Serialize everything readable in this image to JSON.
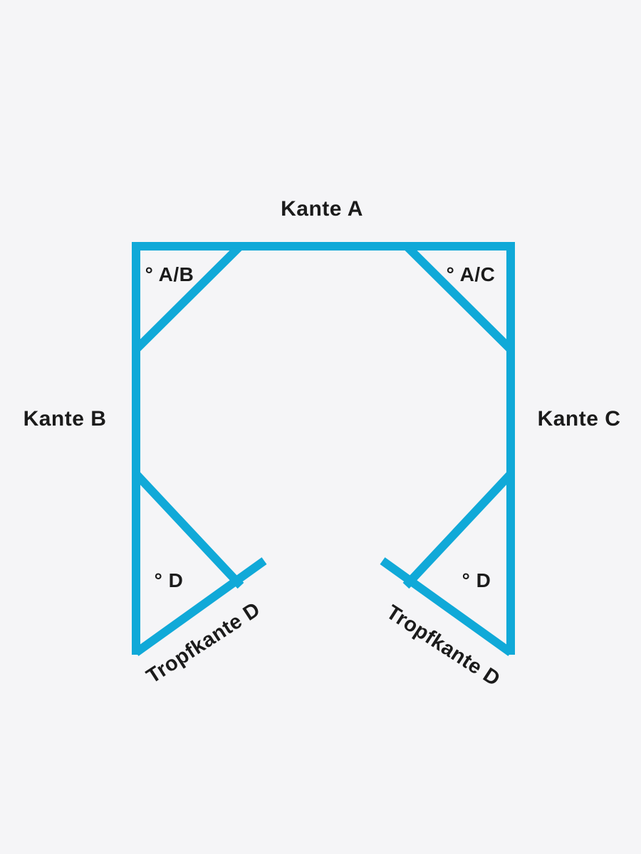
{
  "colors": {
    "accent": "#10A9D8",
    "background": "#F5F5F7",
    "text": "#1B1B1B"
  },
  "diagram": {
    "edges": {
      "top": "Kante A",
      "left": "Kante B",
      "right": "Kante C"
    },
    "angles": {
      "top_left": "° A/B",
      "top_right": "° A/C",
      "bottom_left": "° D",
      "bottom_right": "° D"
    },
    "drip_edges": {
      "left": "Tropfkante D",
      "right": "Tropfkante D"
    }
  }
}
